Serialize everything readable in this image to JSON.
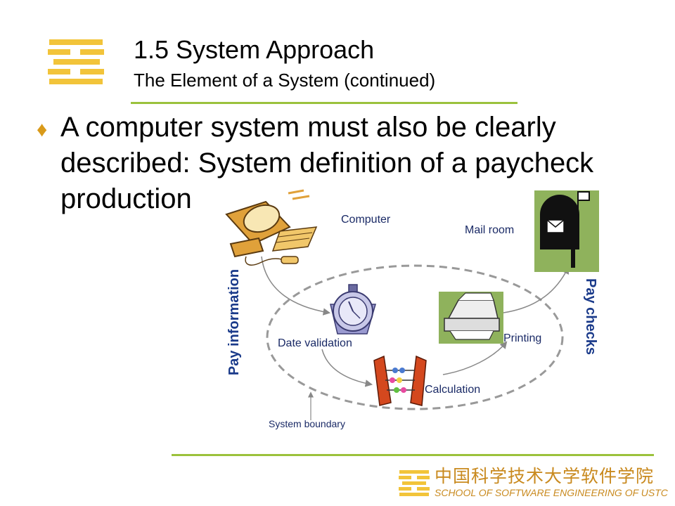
{
  "slide": {
    "title": "1.5 System Approach",
    "subtitle": "The Element of a System (continued)",
    "bullet_mark": "♦",
    "bullet_text": "A computer system must also be clearly described: System definition of a paycheck production",
    "accent_color": "#9bc23c",
    "logo_color": "#f2c43a"
  },
  "diagram": {
    "labels": {
      "computer": "Computer",
      "mail_room": "Mail room",
      "pay_information": "Pay information",
      "pay_checks": "Pay checks",
      "date_validation": "Date validation",
      "printing": "Printing",
      "calculation": "Calculation",
      "system_boundary": "System boundary"
    },
    "icons": [
      "computer-icon",
      "mailbox-icon",
      "stopwatch-icon",
      "printer-icon",
      "abacus-icon"
    ],
    "boundary_style": "dashed"
  },
  "footer": {
    "chinese_name": "中国科学技术大学软件学院",
    "english_name": "SCHOOL OF SOFTWARE ENGINEERING OF USTC"
  }
}
